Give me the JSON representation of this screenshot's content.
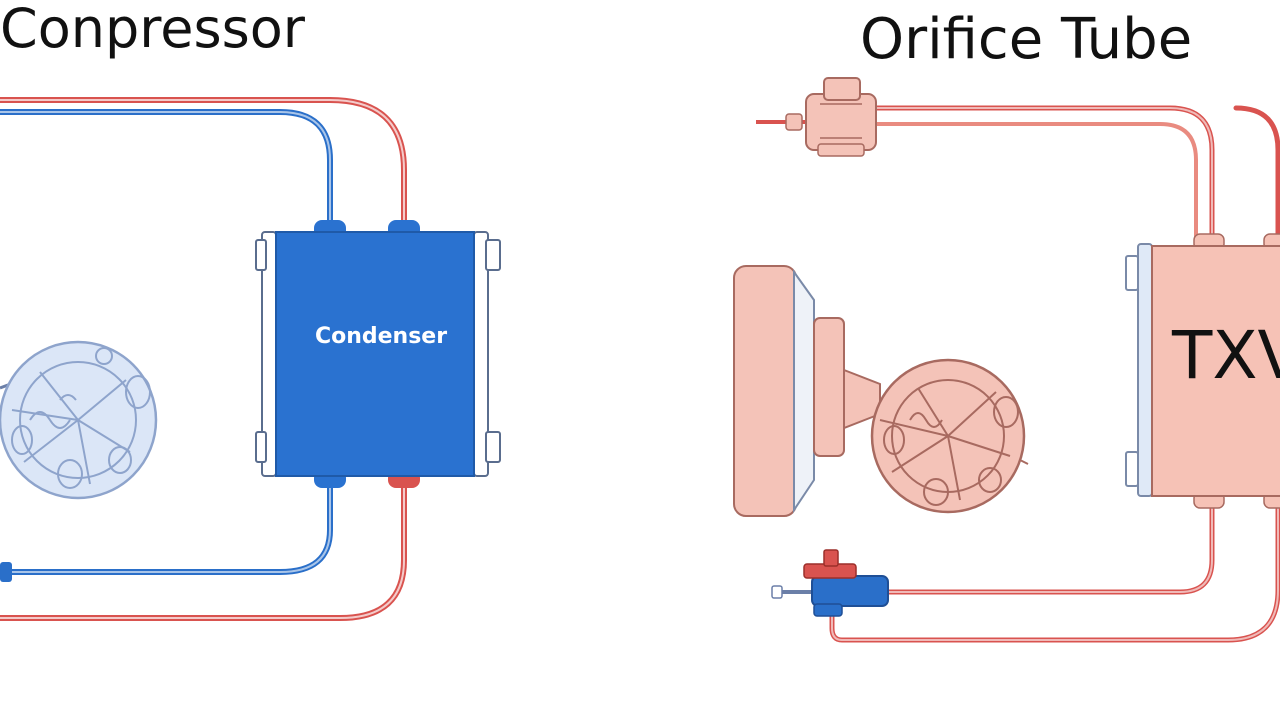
{
  "titles": {
    "left": "Conpressor",
    "right": "Orifice Tube"
  },
  "labels": {
    "condenser": "Condenser",
    "txv": "TXV"
  },
  "colors": {
    "high_pressure_line": "#d9534f",
    "low_pressure_line": "#2a6fc9",
    "condenser_fill": "#2a72d0",
    "txv_fill": "#f6c2b6",
    "left_compressor_fill": "#dbe6f7",
    "right_compressor_fill": "#f4c3b8",
    "ink": "#111111"
  },
  "icons": {
    "left_compressor": "compressor-icon",
    "right_compressor": "compressor-icon",
    "condenser": "condenser-icon",
    "txv": "txv-valve-icon",
    "orifice_valve": "orifice-valve-icon",
    "service_port": "service-port-icon"
  }
}
